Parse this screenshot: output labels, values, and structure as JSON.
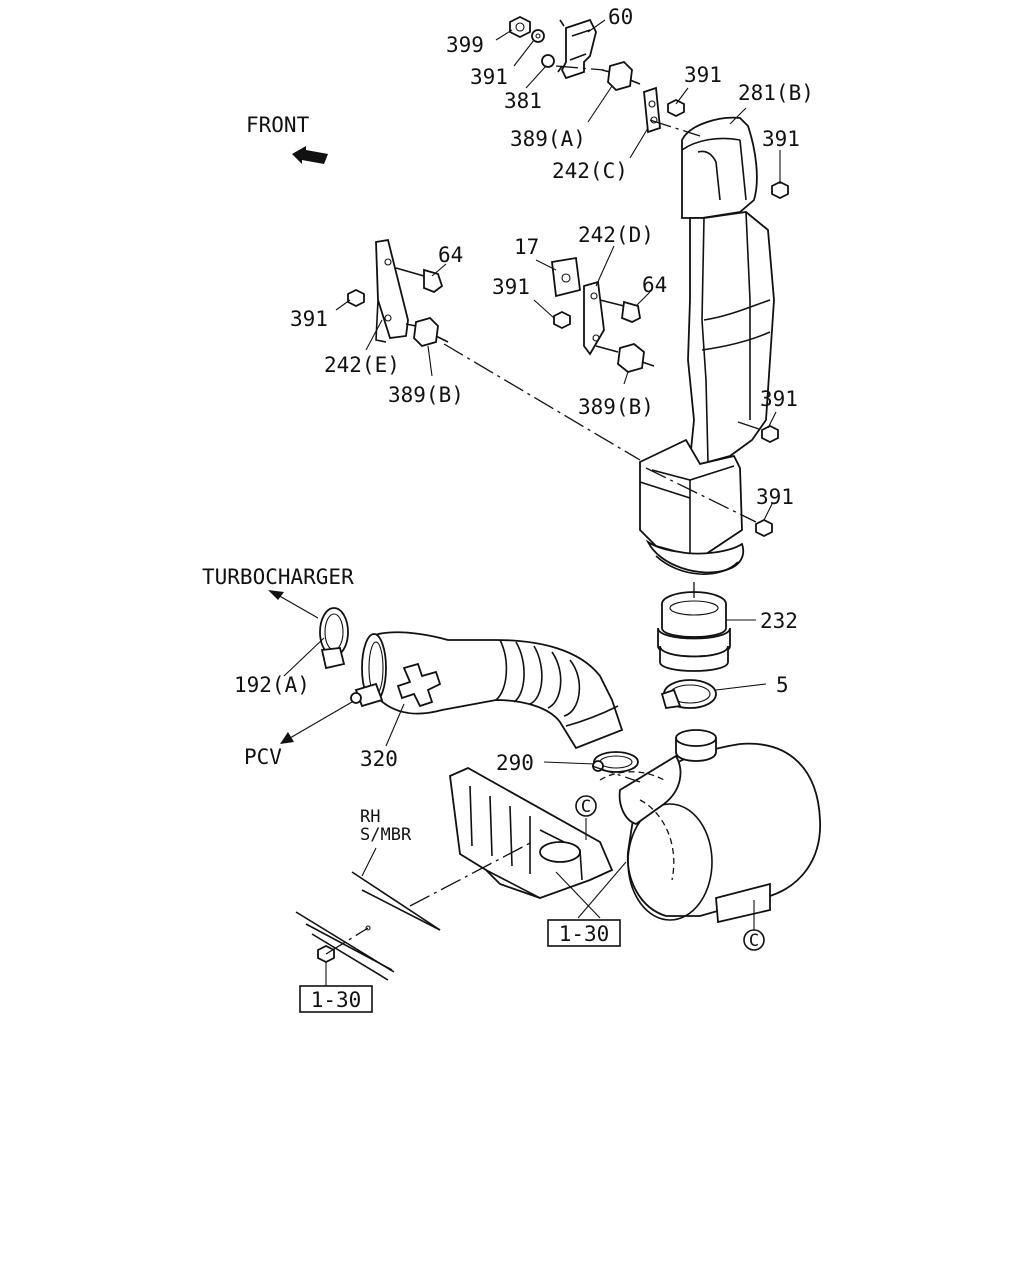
{
  "direction_labels": {
    "front": "FRONT",
    "turbocharger": "TURBOCHARGER",
    "pcv": "PCV",
    "rh_line1": "RH",
    "rh_line2": "S/MBR"
  },
  "callouts": {
    "p399": "399",
    "p60": "60",
    "p391_a": "391",
    "p381": "381",
    "p389a": "389(A)",
    "p391_b": "391",
    "p281b": "281(B)",
    "p242c": "242(C)",
    "p391_c": "391",
    "p64_a": "64",
    "p391_d": "391",
    "p242e": "242(E)",
    "p389b_a": "389(B)",
    "p17": "17",
    "p242d": "242(D)",
    "p391_e": "391",
    "p64_b": "64",
    "p389b_b": "389(B)",
    "p391_f": "391",
    "p391_g": "391",
    "p232": "232",
    "p5": "5",
    "p192a": "192(A)",
    "p320": "320",
    "p290": "290"
  },
  "references": {
    "box_center": "1-30",
    "box_left": "1-30",
    "circle_c_top": "C",
    "circle_c_bottom": "C"
  }
}
